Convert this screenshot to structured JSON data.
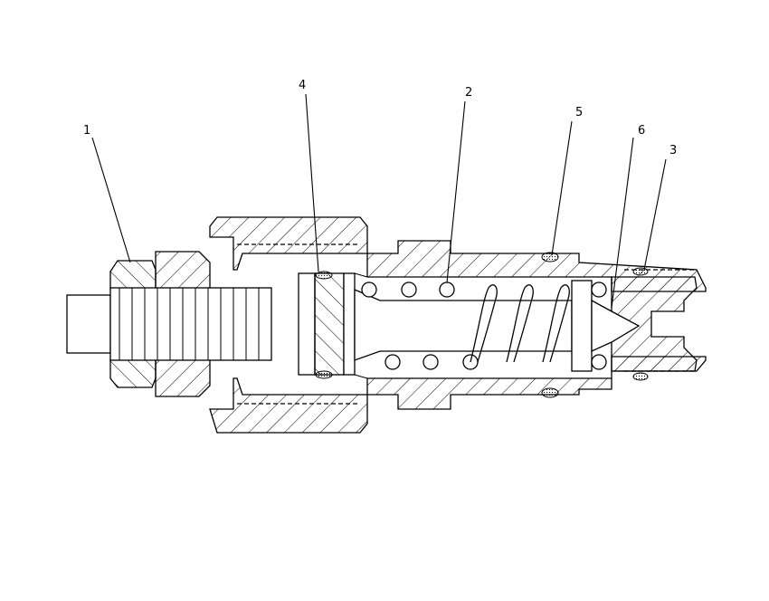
{
  "diagram": {
    "callouts": [
      {
        "id": "callout-1",
        "label": "1"
      },
      {
        "id": "callout-2",
        "label": "2"
      },
      {
        "id": "callout-3",
        "label": "3"
      },
      {
        "id": "callout-4",
        "label": "4"
      },
      {
        "id": "callout-5",
        "label": "5"
      },
      {
        "id": "callout-6",
        "label": "6"
      }
    ],
    "line_color": "#000000",
    "background_color": "#ffffff"
  }
}
